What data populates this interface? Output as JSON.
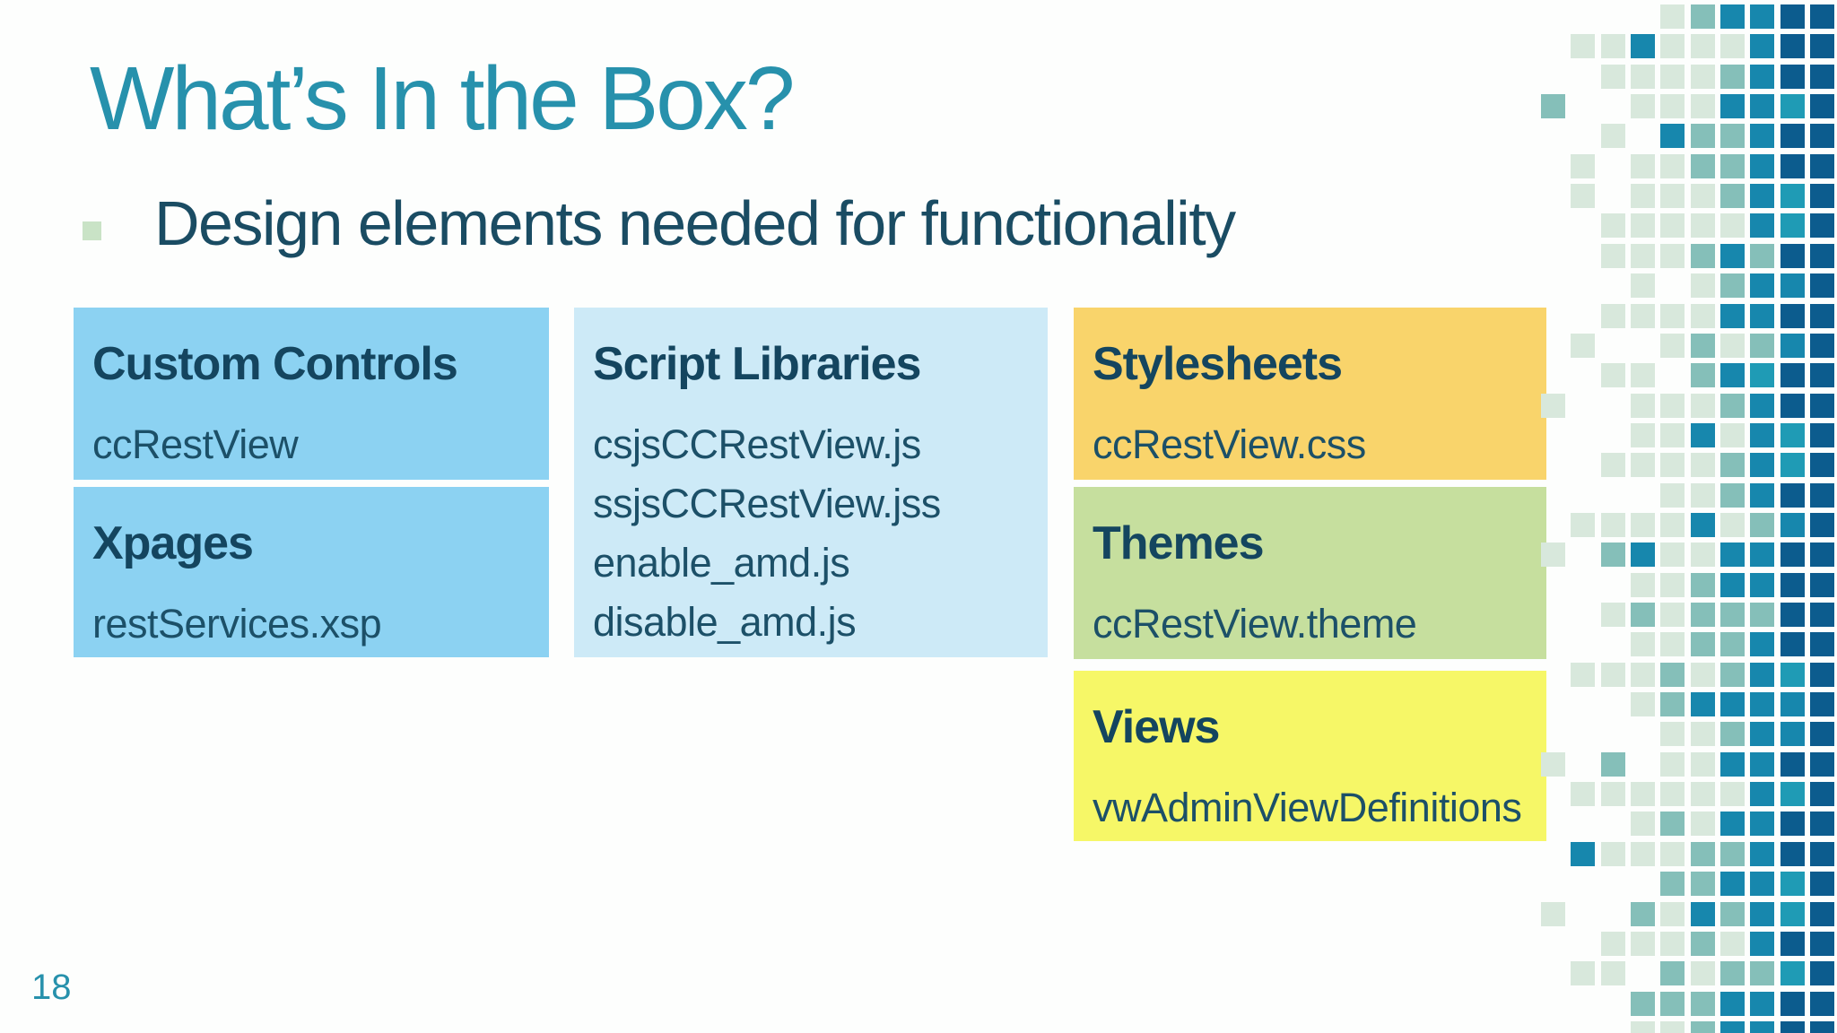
{
  "slide": {
    "title": "What’s In the Box?",
    "bullet": "Design elements needed for functionality",
    "page_number": "18"
  },
  "boxes": [
    {
      "id": "custom-controls",
      "title": "Custom Controls",
      "items": [
        "ccRestView"
      ],
      "color": "#8cd2f2"
    },
    {
      "id": "xpages",
      "title": "Xpages",
      "items": [
        "restServices.xsp"
      ],
      "color": "#8cd2f2"
    },
    {
      "id": "script-libraries",
      "title": "Script Libraries",
      "items": [
        "csjsCCRestView.js",
        "ssjsCCRestView.jss",
        "enable_amd.js",
        "disable_amd.js"
      ],
      "color": "#cdeaf7"
    },
    {
      "id": "stylesheets",
      "title": "Stylesheets",
      "items": [
        "ccRestView.css"
      ],
      "color": "#f9d46b"
    },
    {
      "id": "themes",
      "title": "Themes",
      "items": [
        "ccRestView.theme"
      ],
      "color": "#c6df9e"
    },
    {
      "id": "views",
      "title": "Views",
      "items": [
        "vwAdminViewDefinitions"
      ],
      "color": "#f6f767"
    }
  ],
  "colors": {
    "background": "#fdfefd",
    "title_teal": "#2791ac",
    "body_text": "#1a4c63",
    "box_header_text": "#14455f",
    "box_item_text": "#1c5068",
    "bullet_square": "#c9e3c6"
  },
  "mosaic": {
    "palette": {
      "g": "#d8e8dc",
      "m": "#85bfb9",
      "b": "#1787ad",
      "c": "#1f9bb5",
      "d": "#0c5c8e"
    },
    "rows": [
      "....gmbbdd",
      ".ggbgggbdd",
      "..ggggmbdd",
      "m..gggbbcd",
      "..g.bmmbdd",
      ".g.ggmmbdd",
      ".g.gggmbcd",
      "..gggggbcd",
      "..gggmbmdd",
      "...g.gmbbd",
      "..ggggbbdd",
      ".g..gmgmbd",
      "..gg.mbcdd",
      "g..gggmbdd",
      "...ggbgbcd",
      "..ggggmbcd",
      "....ggmbdd",
      ".ggggbgmbd",
      "g.mbggbbdd",
      "...ggmbbdd",
      "..gmgmmmdd",
      "...ggmmbdd",
      ".gggmgmbcd",
      "...gmbbbbd",
      "....ggmbbd",
      "g.m.ggbbdd",
      ".ggggggbcd",
      "...gmgbbdd",
      ".bgggmmbdd",
      "....mmbbcd",
      "g..mgbmbcd",
      "..gggmgbdd",
      ".gg.mgmmcd",
      "...mmmbbdd",
      "...ggmbbdd"
    ]
  }
}
